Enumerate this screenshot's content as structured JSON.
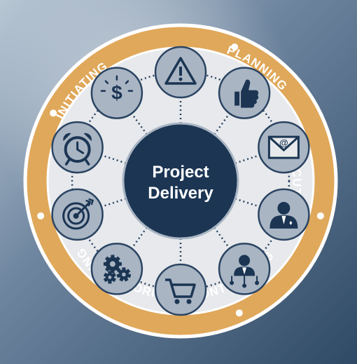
{
  "colors": {
    "ring": "#e0a85a",
    "ring_dot": "#ffffff",
    "inner_disc": "#e7e9ec",
    "hub": "#1b3553",
    "node_fill": "#a9b5c3",
    "node_stroke": "#2b4462",
    "icon": "#1b3553",
    "connector": "#2b4462"
  },
  "hub": {
    "line1": "Project",
    "line2": "Delivery"
  },
  "phases": [
    {
      "id": "planning",
      "label": "PLANNING"
    },
    {
      "id": "executing",
      "label": "EXECUTING"
    },
    {
      "id": "monitoring",
      "label": "MONITORING & CONTROLLING"
    },
    {
      "id": "closing",
      "label": "CLOSING"
    },
    {
      "id": "initiating",
      "label": "INITIATING"
    }
  ],
  "nodes": [
    {
      "id": "warning",
      "icon": "warning-icon"
    },
    {
      "id": "thumbs-up",
      "icon": "thumbs-up-icon"
    },
    {
      "id": "email",
      "icon": "envelope-icon"
    },
    {
      "id": "manager",
      "icon": "person-icon"
    },
    {
      "id": "network",
      "icon": "person-network-icon"
    },
    {
      "id": "cart",
      "icon": "shopping-cart-icon"
    },
    {
      "id": "gears",
      "icon": "gears-icon"
    },
    {
      "id": "target",
      "icon": "target-icon"
    },
    {
      "id": "clock",
      "icon": "alarm-clock-icon"
    },
    {
      "id": "dollar",
      "icon": "dollar-icon"
    }
  ]
}
